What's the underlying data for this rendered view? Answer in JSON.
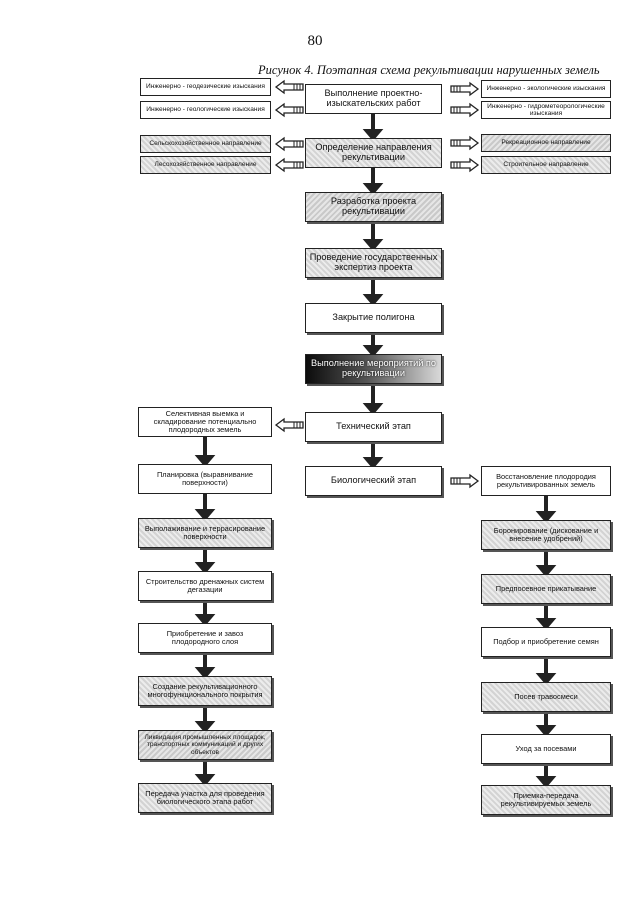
{
  "page_number": "80",
  "title": "Рисунок 4. Поэтапная схема рекультивации нарушенных земель",
  "center": [
    "Выполнение проектно-изыскательских работ",
    "Определение направления рекультивации",
    "Разработка проекта рекультивации",
    "Проведение государственных экспертиз проекта",
    "Закрытие полигона",
    "Выполнение мероприятий по рекультивации",
    "Технический этап",
    "Биологический этап"
  ],
  "left_top": [
    "Инженерно - геодезические изыскания",
    "Инженерно - геологические изыскания",
    "Сельскохозяйственное направление",
    "Лесохозяйственное направление"
  ],
  "right_top": [
    "Инженерно - экологические изыскания",
    "Инженерно - гидрометеорологические изыскания",
    "Рекреационное направление",
    "Строительное направление"
  ],
  "left_chain": [
    "Селективная выемка и складирование потенциально плодородных земель",
    "Планировка (выравнивание поверхности)",
    "Выполаживание и террасирование поверхности",
    "Строительство дренажных систем дегазации",
    "Приобретение и завоз плодородного слоя",
    "Создание рекультивационного многофункционального покрытия",
    "Ликвидация промышленных площадок, транспортных коммуникаций и других объектов",
    "Передача участка для проведения биологического этапа работ"
  ],
  "right_chain": [
    "Восстановление плодородия рекультивированных земель",
    "Боронирование (дискование и внесение удобрений)",
    "Предпосевное прикатывание",
    "Подбор и приобретение семян",
    "Посев травосмеси",
    "Уход за посевами",
    "Приемка-передача рекультивируемых земель"
  ]
}
